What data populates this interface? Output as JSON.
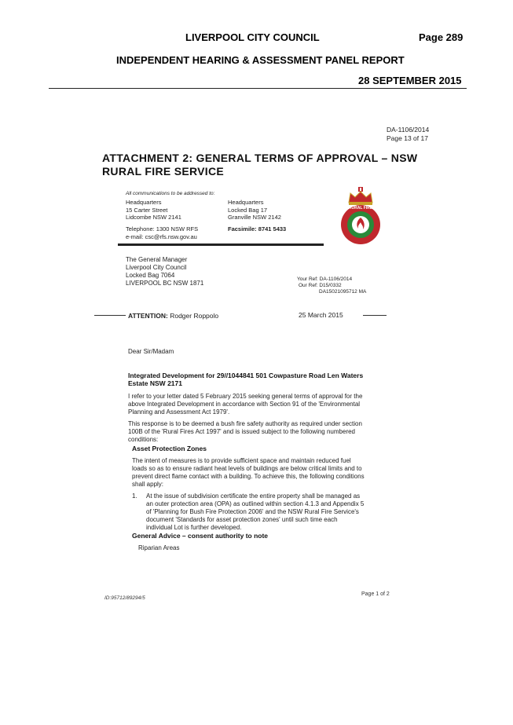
{
  "header": {
    "council": "LIVERPOOL CITY COUNCIL",
    "page": "Page 289",
    "report": "INDEPENDENT HEARING & ASSESSMENT PANEL REPORT",
    "date": "28 SEPTEMBER 2015"
  },
  "doc_ref": {
    "da": "DA-1106/2014",
    "page": "Page 13 of 17"
  },
  "attachment_title": {
    "line1": "ATTACHMENT 2: GENERAL TERMS OF APPROVAL – NSW",
    "line2": "RURAL FIRE SERVICE"
  },
  "letterhead": {
    "addressed_to": "All communications to be addressed to:",
    "left": [
      "Headquarters",
      "15 Carter Street",
      "Lidcombe NSW 2141"
    ],
    "right": [
      "Headquarters",
      "Locked Bag 17",
      "Granville NSW 2142"
    ],
    "telephone": "Telephone: 1300 NSW RFS",
    "email": "e-mail: csc@rfs.nsw.gov.au",
    "facsimile": "Facsimile: 8741 5433",
    "logo_text": "RURAL FIRE SERVICE NSW"
  },
  "recipient": [
    "The General Manager",
    "Liverpool City Council",
    "Locked Bag 7064",
    "LIVERPOOL BC NSW 1871"
  ],
  "refs": {
    "your_ref": "Your Ref: DA-1106/2014",
    "our_ref": "Our Ref: D15/0332",
    "our_ref2": "DA15021095712 MA"
  },
  "attention": {
    "label": "ATTENTION:",
    "name": "Rodger Roppolo"
  },
  "letter_date": "25 March 2015",
  "salutation": "Dear Sir/Madam",
  "subject": {
    "line1": "Integrated Development for 29//1044841 501 Cowpasture Road Len Waters",
    "line2": "Estate NSW 2171"
  },
  "paragraphs": {
    "p1": [
      "I refer to your letter dated 5 February 2015 seeking general terms of approval for the",
      "above Integrated Development in accordance with Section 91 of the 'Environmental",
      "Planning and Assessment Act 1979'."
    ],
    "p2": [
      "This response is to be deemed a bush fire safety authority as required under section",
      "100B of the 'Rural Fires Act 1997' and is issued subject to the following numbered",
      "conditions:"
    ],
    "asset_heading": "Asset Protection Zones",
    "p3": [
      "The intent of measures is to provide sufficient space and maintain reduced fuel",
      "loads so as to ensure radiant heat levels of buildings are below critical limits and to",
      "prevent direct flame contact with a building. To achieve this, the following conditions",
      "shall apply:"
    ],
    "item_number": "1.",
    "item1": [
      "At the issue of subdivision certificate the entire property shall be managed as",
      "an outer protection area (OPA) as outlined within section 4.1.3 and Appendix 5",
      "of 'Planning for Bush Fire Protection 2006' and the NSW Rural Fire Service's",
      "document 'Standards for asset protection zones' until such time each",
      "individual Lot is further developed."
    ],
    "general_advice": "General Advice – consent authority to note",
    "riparian": "Riparian Areas"
  },
  "footer": {
    "id": "ID:95712/89294/5",
    "page": "Page 1 of 2"
  },
  "colors": {
    "logo_red": "#c0282d",
    "logo_green": "#2a8a3a",
    "crown_gold": "#c9a227"
  }
}
